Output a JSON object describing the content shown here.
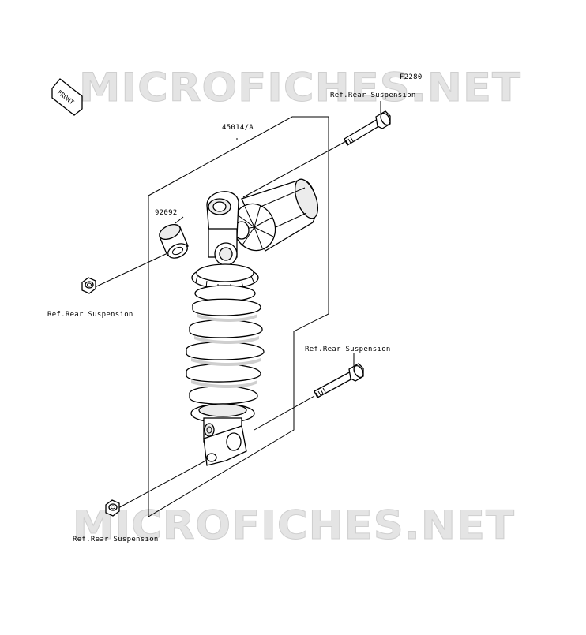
{
  "diagram_code": "F2280",
  "front_label": "FRONT",
  "watermark_text": "MICROFICHES.NET",
  "labels": {
    "part_45014": "45014/A",
    "part_92092": "92092",
    "ref_top_right": "Ref.Rear Suspension",
    "ref_left": "Ref.Rear Suspension",
    "ref_mid_right": "Ref.Rear Suspension",
    "ref_bottom_left": "Ref.Rear Suspension"
  }
}
